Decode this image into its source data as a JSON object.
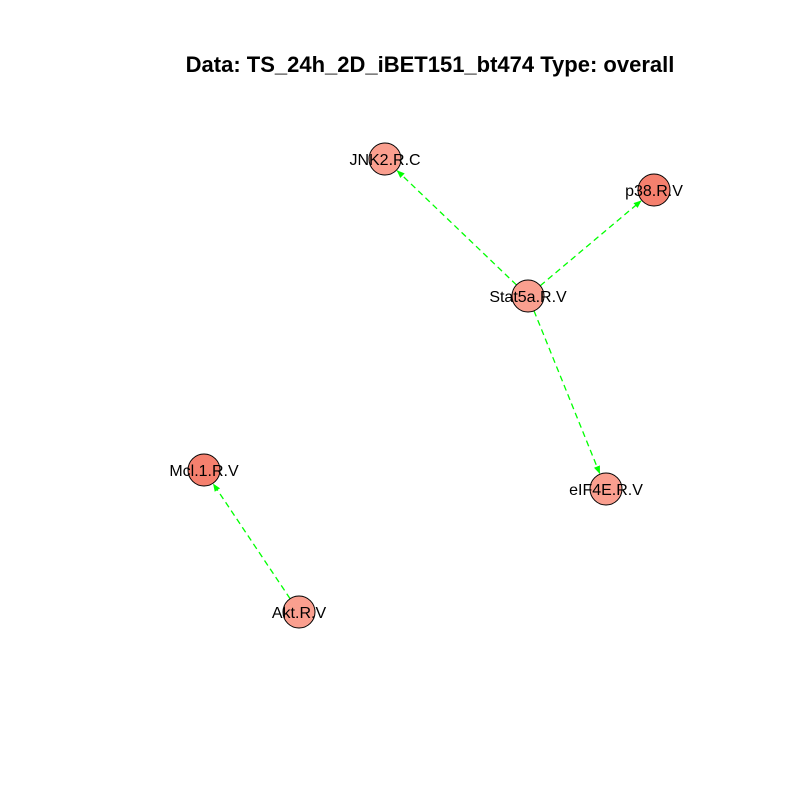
{
  "title": "Data: TS_24h_2D_iBET151_bt474 Type: overall",
  "colors": {
    "edge": "#00ff00",
    "node_default": "#fa9f8f",
    "node_dark": "#f5806e",
    "node_stroke": "#000000",
    "text": "#000000"
  },
  "nodes": [
    {
      "id": "JNK2.R.C",
      "label": "JNK2.R.C",
      "shade": "default"
    },
    {
      "id": "p38.R.V",
      "label": "p38.R.V",
      "shade": "dark"
    },
    {
      "id": "Stat5a.R.V",
      "label": "Stat5a.R.V",
      "shade": "default"
    },
    {
      "id": "Mcl.1.R.V",
      "label": "Mcl.1.R.V",
      "shade": "dark"
    },
    {
      "id": "eIF4E.R.V",
      "label": "eIF4E.R.V",
      "shade": "default"
    },
    {
      "id": "Akt.R.V",
      "label": "Akt.R.V",
      "shade": "default"
    }
  ],
  "edges": [
    {
      "from": "Stat5a.R.V",
      "to": "JNK2.R.C",
      "style": "dashed"
    },
    {
      "from": "Stat5a.R.V",
      "to": "p38.R.V",
      "style": "dashed"
    },
    {
      "from": "Stat5a.R.V",
      "to": "eIF4E.R.V",
      "style": "dashed"
    },
    {
      "from": "Akt.R.V",
      "to": "Mcl.1.R.V",
      "style": "dashed"
    }
  ]
}
